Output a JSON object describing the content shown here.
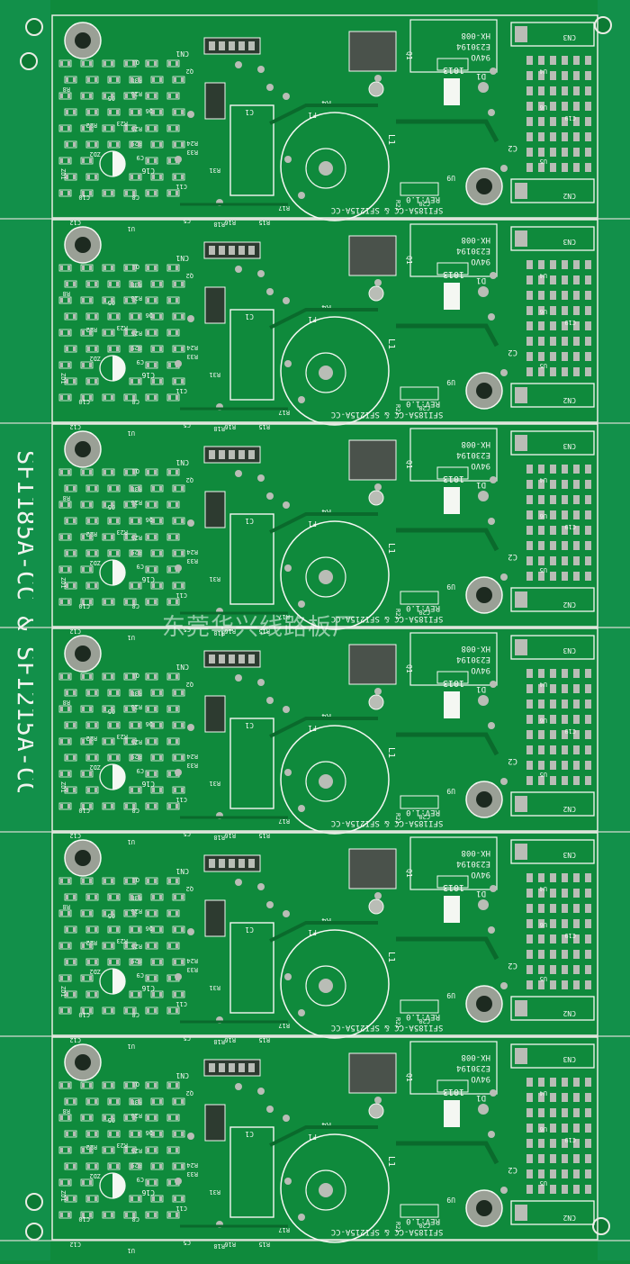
{
  "board": {
    "side_text": "SFI185A-CC & SFI215A-CC",
    "watermark": "东莞华兴线路板厂",
    "colors": {
      "mask": "#0f8a3c",
      "mask_dark": "#0a6a2c",
      "silk": "#f4f7f2",
      "pad": "#b9bdb6",
      "edge": "#e9ece4"
    }
  },
  "panels": [
    {
      "footer": "SFI185A-CC & SFI215A-CC",
      "rev": "REV:1.0"
    },
    {
      "footer": "SFI185A-CC & SFI215A-CC",
      "rev": "REV:1.0"
    },
    {
      "footer": "SFI185A-CC & SFI215A-CC",
      "rev": "REV:1.0"
    },
    {
      "footer": "SFI185A-CC & SFI215A-CC",
      "rev": "REV:1.0"
    },
    {
      "footer": "SFI185A-CC & SFI215A-CC",
      "rev": "REV:1.0"
    },
    {
      "footer": "SFI185A-CC & SFI215A-CC",
      "rev": "REV:1.0"
    }
  ],
  "labels": {
    "cn1": "CN1",
    "cn2": "CN2",
    "cn3": "CN3",
    "l1": "L1",
    "d1": "D1",
    "q1": "Q1",
    "q2": "Q2",
    "q3": "Q3",
    "q5": "Q5",
    "q6": "Q6",
    "r4": "R4",
    "f1": "F1",
    "c1": "C1",
    "c2": "C2",
    "c5": "C5",
    "c8": "C8",
    "c9": "C9",
    "c10": "C10",
    "c11": "C11",
    "c12": "C12",
    "c16": "C16",
    "c19": "C19",
    "c20": "C20",
    "u1": "U1",
    "u4": "U4",
    "u5": "U5",
    "u6": "U6",
    "u9": "U9",
    "r8": "R8",
    "r15": "R15",
    "r16": "R16",
    "r17": "R17",
    "r18": "R18",
    "r21": "R21",
    "r22": "R22",
    "r23": "R23",
    "r24": "R24",
    "r25": "R25",
    "r26": "R26",
    "r29": "R29",
    "r30": "R30",
    "r31": "R31",
    "r33": "R33",
    "zd2": "ZD2",
    "zd1": "ZD1",
    "ul": "94VO",
    "ul_file": "E230194",
    "part": "HX-008",
    "date": "1013"
  }
}
